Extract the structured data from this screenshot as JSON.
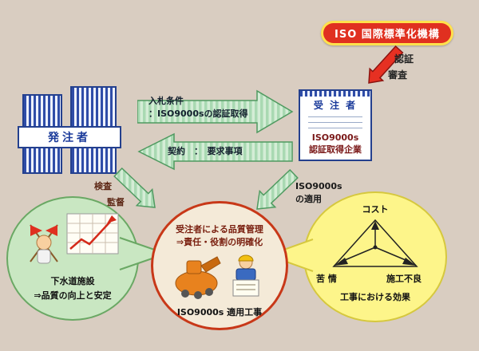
{
  "colors": {
    "background": "#d9cdc1",
    "iso_red": "#e03020",
    "panel_yellow": "#ffe14d",
    "arrow_green": "#a9d9b2",
    "arrow_green_edge": "#4f9a60",
    "bubble_green": "#c9e7c2",
    "bubble_yellow": "#fdf58a",
    "circle_border": "#c83818",
    "building_blue": "#2f4da8"
  },
  "iso_org": {
    "label": "ISO 国際標準化機構"
  },
  "certification_arrow": {
    "line1": "認証",
    "line2": "審査"
  },
  "client": {
    "label": "発注者"
  },
  "bid_arrow": {
    "line1": "入札条件",
    "line2": "：ISO9000sの認証取得"
  },
  "contract_arrow": {
    "label": "契約　：　要求事項"
  },
  "contractor": {
    "title": "受 注 者",
    "cert1": "ISO9000s",
    "cert2": "認証取得企業"
  },
  "supervision": {
    "line1": "検査",
    "line2": "監督"
  },
  "application": {
    "line1": "ISO9000s",
    "line2": "の適用"
  },
  "sewage_bubble": {
    "line1": "下水道施設",
    "line2": "⇒品質の向上と安定"
  },
  "quality_circle": {
    "line1": "受注者による品質管理",
    "line2": "⇒責任・役割の明確化",
    "caption": "ISO9000s 適用工事"
  },
  "effect_bubble": {
    "top_label": "コスト",
    "left_label": "苦 情",
    "right_label": "施工不良",
    "caption": "工事における効果"
  },
  "icons": {
    "surveyor-flag-chart-illustration": "worker with crossed red flags beside rising quality chart",
    "construction-work-illustration": "excavator and worker with hard hat reading plans",
    "effect-triangle-diagram": "triangle with outward arrows from center"
  }
}
